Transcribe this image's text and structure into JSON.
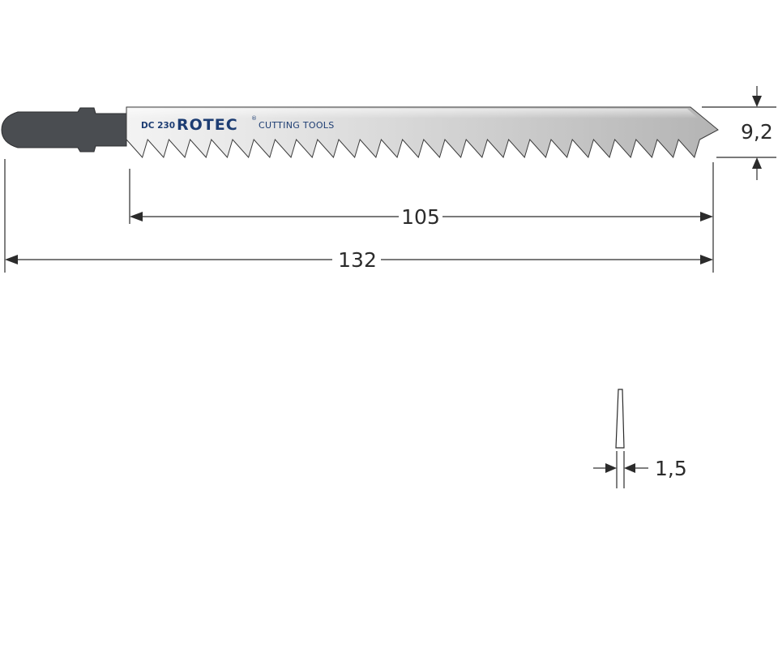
{
  "blade": {
    "model_label": "DC 230",
    "brand_label": "ROTEC",
    "brand_registered": "®",
    "brand_sub": "CUTTING TOOLS",
    "colors": {
      "shank": "#4a4d51",
      "blade_light": "#f1f1f1",
      "blade_dark": "#b9b9b9",
      "outline": "#333333",
      "text_blue": "#1d3d73"
    }
  },
  "dimensions": {
    "height": "9,2",
    "working_length": "105",
    "total_length": "132",
    "thickness": "1,5"
  }
}
